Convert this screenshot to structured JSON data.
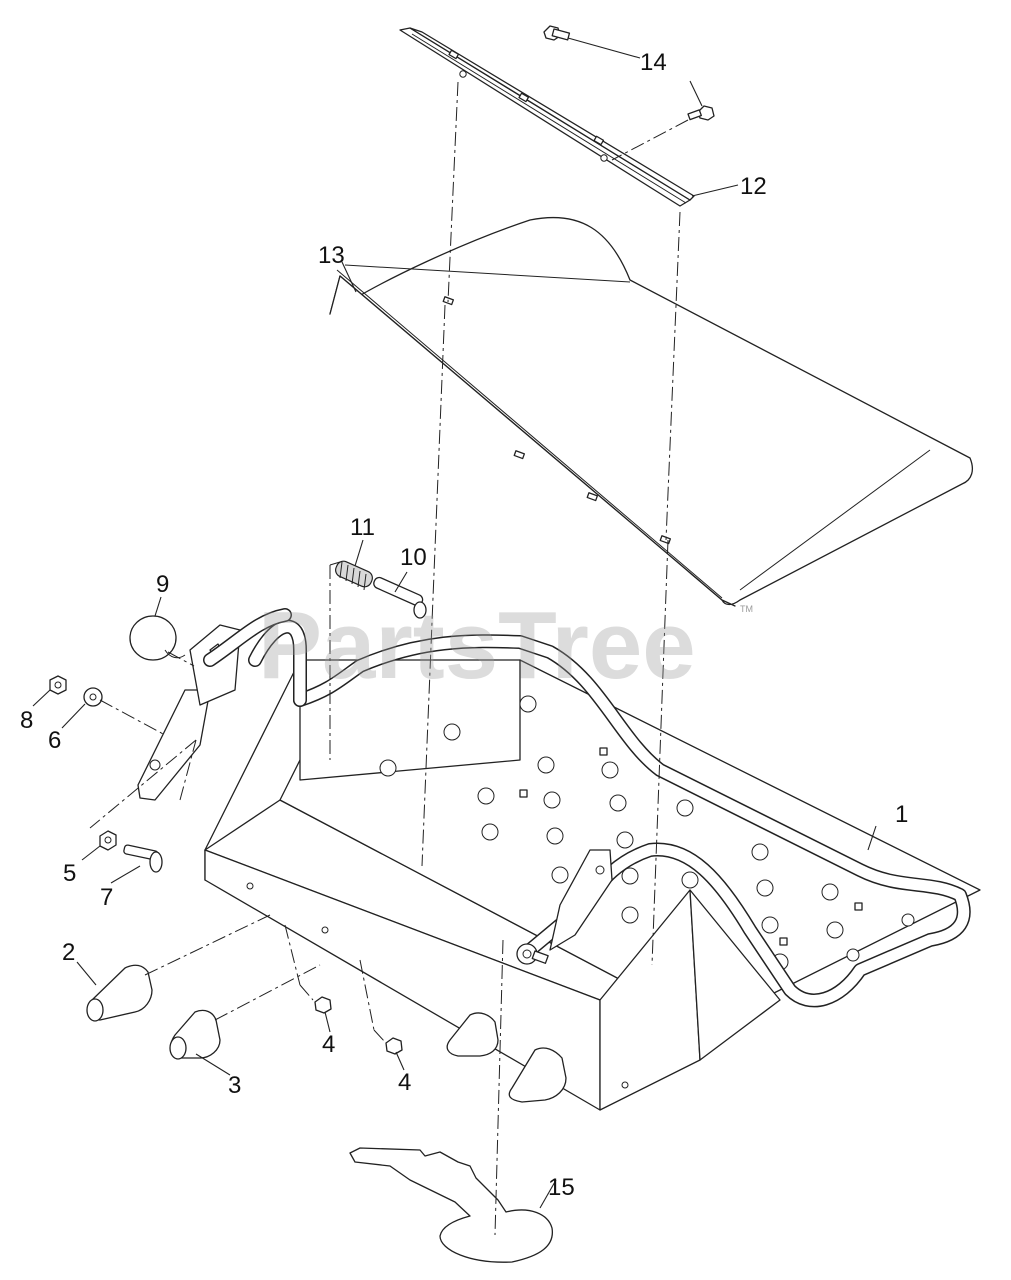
{
  "watermark": {
    "text": "PartsTree",
    "mark": "TM"
  },
  "callouts": {
    "c1": "1",
    "c2": "2",
    "c3": "3",
    "c4a": "4",
    "c4b": "4",
    "c5": "5",
    "c6": "6",
    "c7": "7",
    "c8": "8",
    "c9": "9",
    "c10": "10",
    "c11": "11",
    "c12": "12",
    "c13": "13",
    "c14": "14",
    "c15": "15"
  }
}
